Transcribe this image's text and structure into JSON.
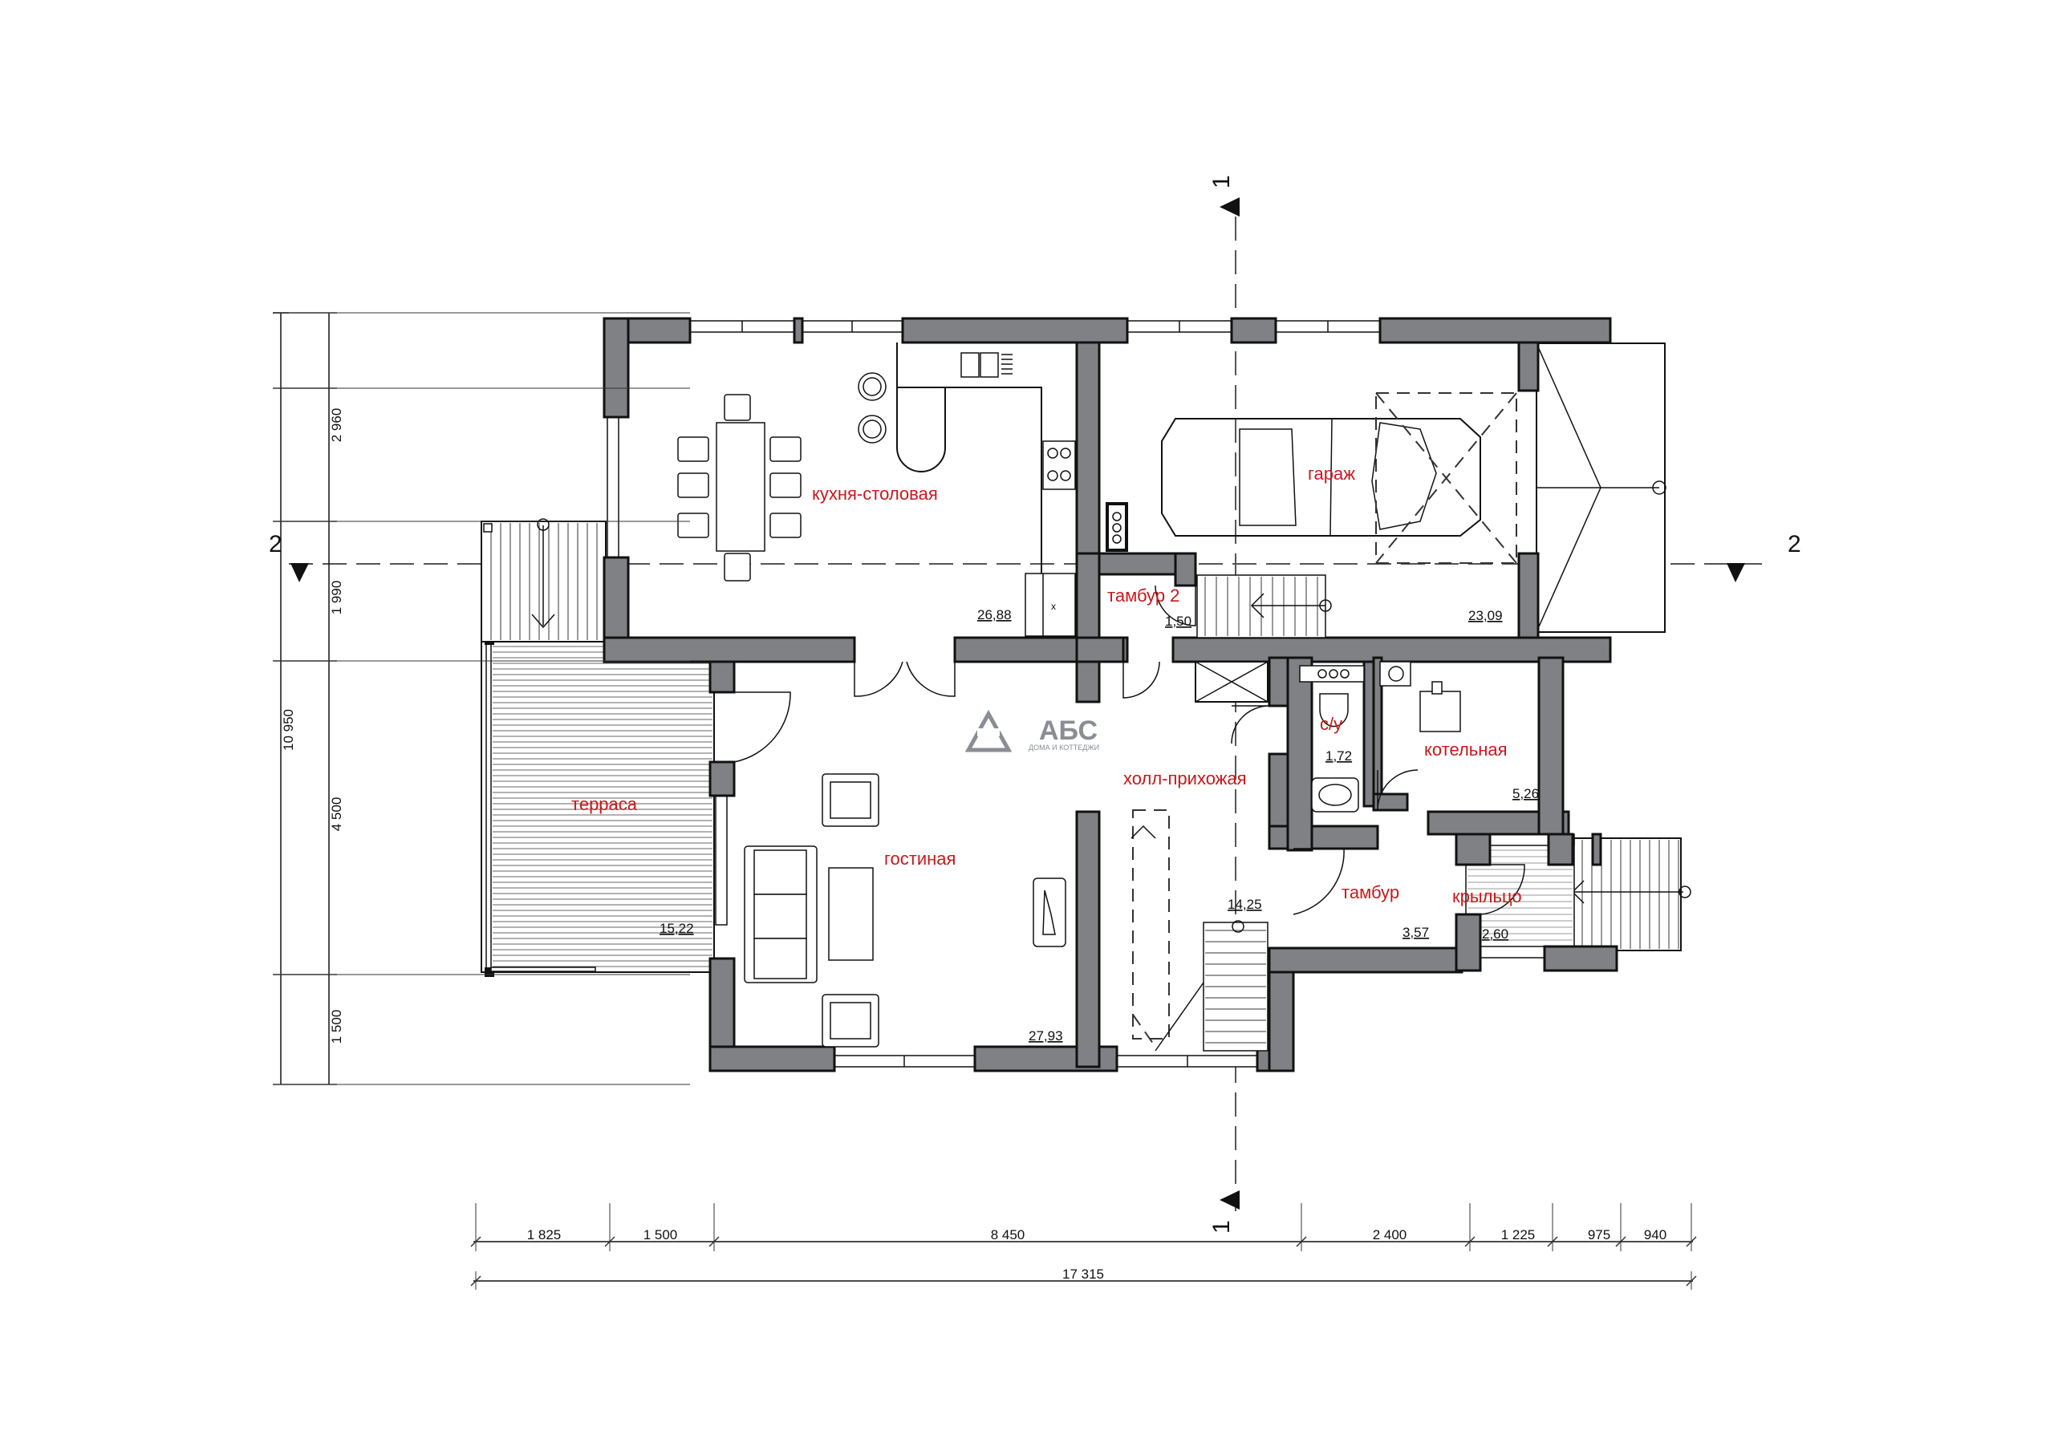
{
  "rooms": {
    "kitchen": {
      "label": "кухня-столовая",
      "area": "26,88"
    },
    "garage": {
      "label": "гараж",
      "area": "23,09"
    },
    "vestibule2": {
      "label": "тамбур 2",
      "area": "1,50"
    },
    "wc": {
      "label": "с/у",
      "area": "1,72"
    },
    "boiler": {
      "label": "котельная",
      "area": "5,26"
    },
    "hall": {
      "label": "холл-прихожая",
      "area": "14,25"
    },
    "terrace": {
      "label": "терраса",
      "area": "15,22"
    },
    "living": {
      "label": "гостиная",
      "area": "27,93"
    },
    "vestibule": {
      "label": "тамбур",
      "area": "3,57"
    },
    "porch": {
      "label": "крыльцо",
      "area": "2,60"
    }
  },
  "dimensions": {
    "bottom": [
      "1 825",
      "1 500",
      "8 450",
      "2 400",
      "1 225",
      "975",
      "940"
    ],
    "bottom_total": "17 315",
    "left": [
      "2 960",
      "1 990",
      "4 500",
      "1 500"
    ],
    "left_total": "10 950"
  },
  "section_marks": {
    "vertical": "1",
    "horizontal": "2"
  },
  "logo": {
    "name": "АБС",
    "tagline": "ДОМА И КОТТЕДЖИ",
    "color": "#8a8d93"
  },
  "colors": {
    "wall": "#808184",
    "room_label": "#c8191c"
  }
}
